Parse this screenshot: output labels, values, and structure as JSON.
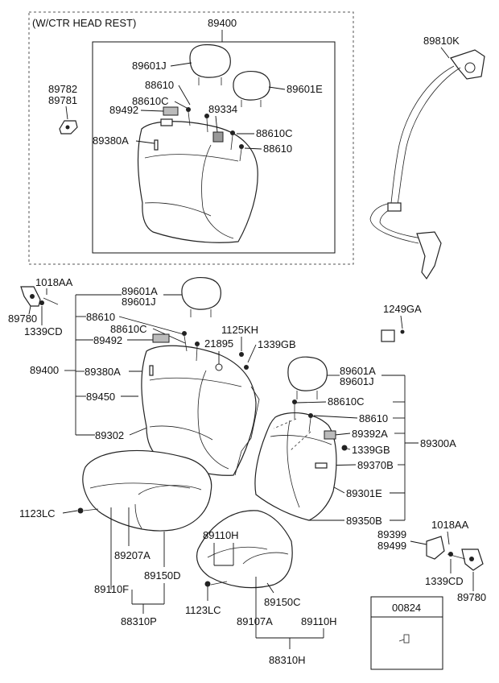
{
  "title": "(W/CTR HEAD REST)",
  "labels": {
    "l89400_top": "89400",
    "l89601J_top": "89601J",
    "l88610_a": "88610",
    "l88610C_a": "88610C",
    "l89492_a": "89492",
    "l89334": "89334",
    "l89601E": "89601E",
    "l88610C_b": "88610C",
    "l88610_b": "88610",
    "l89380A_a": "89380A",
    "l89782": "89782",
    "l89781": "89781",
    "l89810K": "89810K",
    "l1018AA_a": "1018AA",
    "l89780_a": "89780",
    "l1339CD_a": "1339CD",
    "l89601A_a": "89601A",
    "l89601J_a": "89601J",
    "l88610_c": "88610",
    "l88610C_c": "88610C",
    "l89492_b": "89492",
    "l1125KH": "1125KH",
    "l21895": "21895",
    "l1339GB_a": "1339GB",
    "l1249GA": "1249GA",
    "l89400_b": "89400",
    "l89380A_b": "89380A",
    "l89450": "89450",
    "l89302": "89302",
    "l89601A_b": "89601A",
    "l89601J_b": "89601J",
    "l88610C_d": "88610C",
    "l88610_d": "88610",
    "l89392A": "89392A",
    "l1339GB_b": "1339GB",
    "l89300A": "89300A",
    "l89370B": "89370B",
    "l89301E": "89301E",
    "l89350B": "89350B",
    "l1123LC_a": "1123LC",
    "l89207A": "89207A",
    "l89150D": "89150D",
    "l89110F": "89110F",
    "l88310P": "88310P",
    "l89110H_a": "89110H",
    "l1123LC_b": "1123LC",
    "l89150C": "89150C",
    "l89107A": "89107A",
    "l89110H_b": "89110H",
    "l88310H": "88310H",
    "l89399": "89399",
    "l89499": "89499",
    "l1018AA_b": "1018AA",
    "l1339CD_b": "1339CD",
    "l89780_b": "89780",
    "l00824": "00824"
  }
}
